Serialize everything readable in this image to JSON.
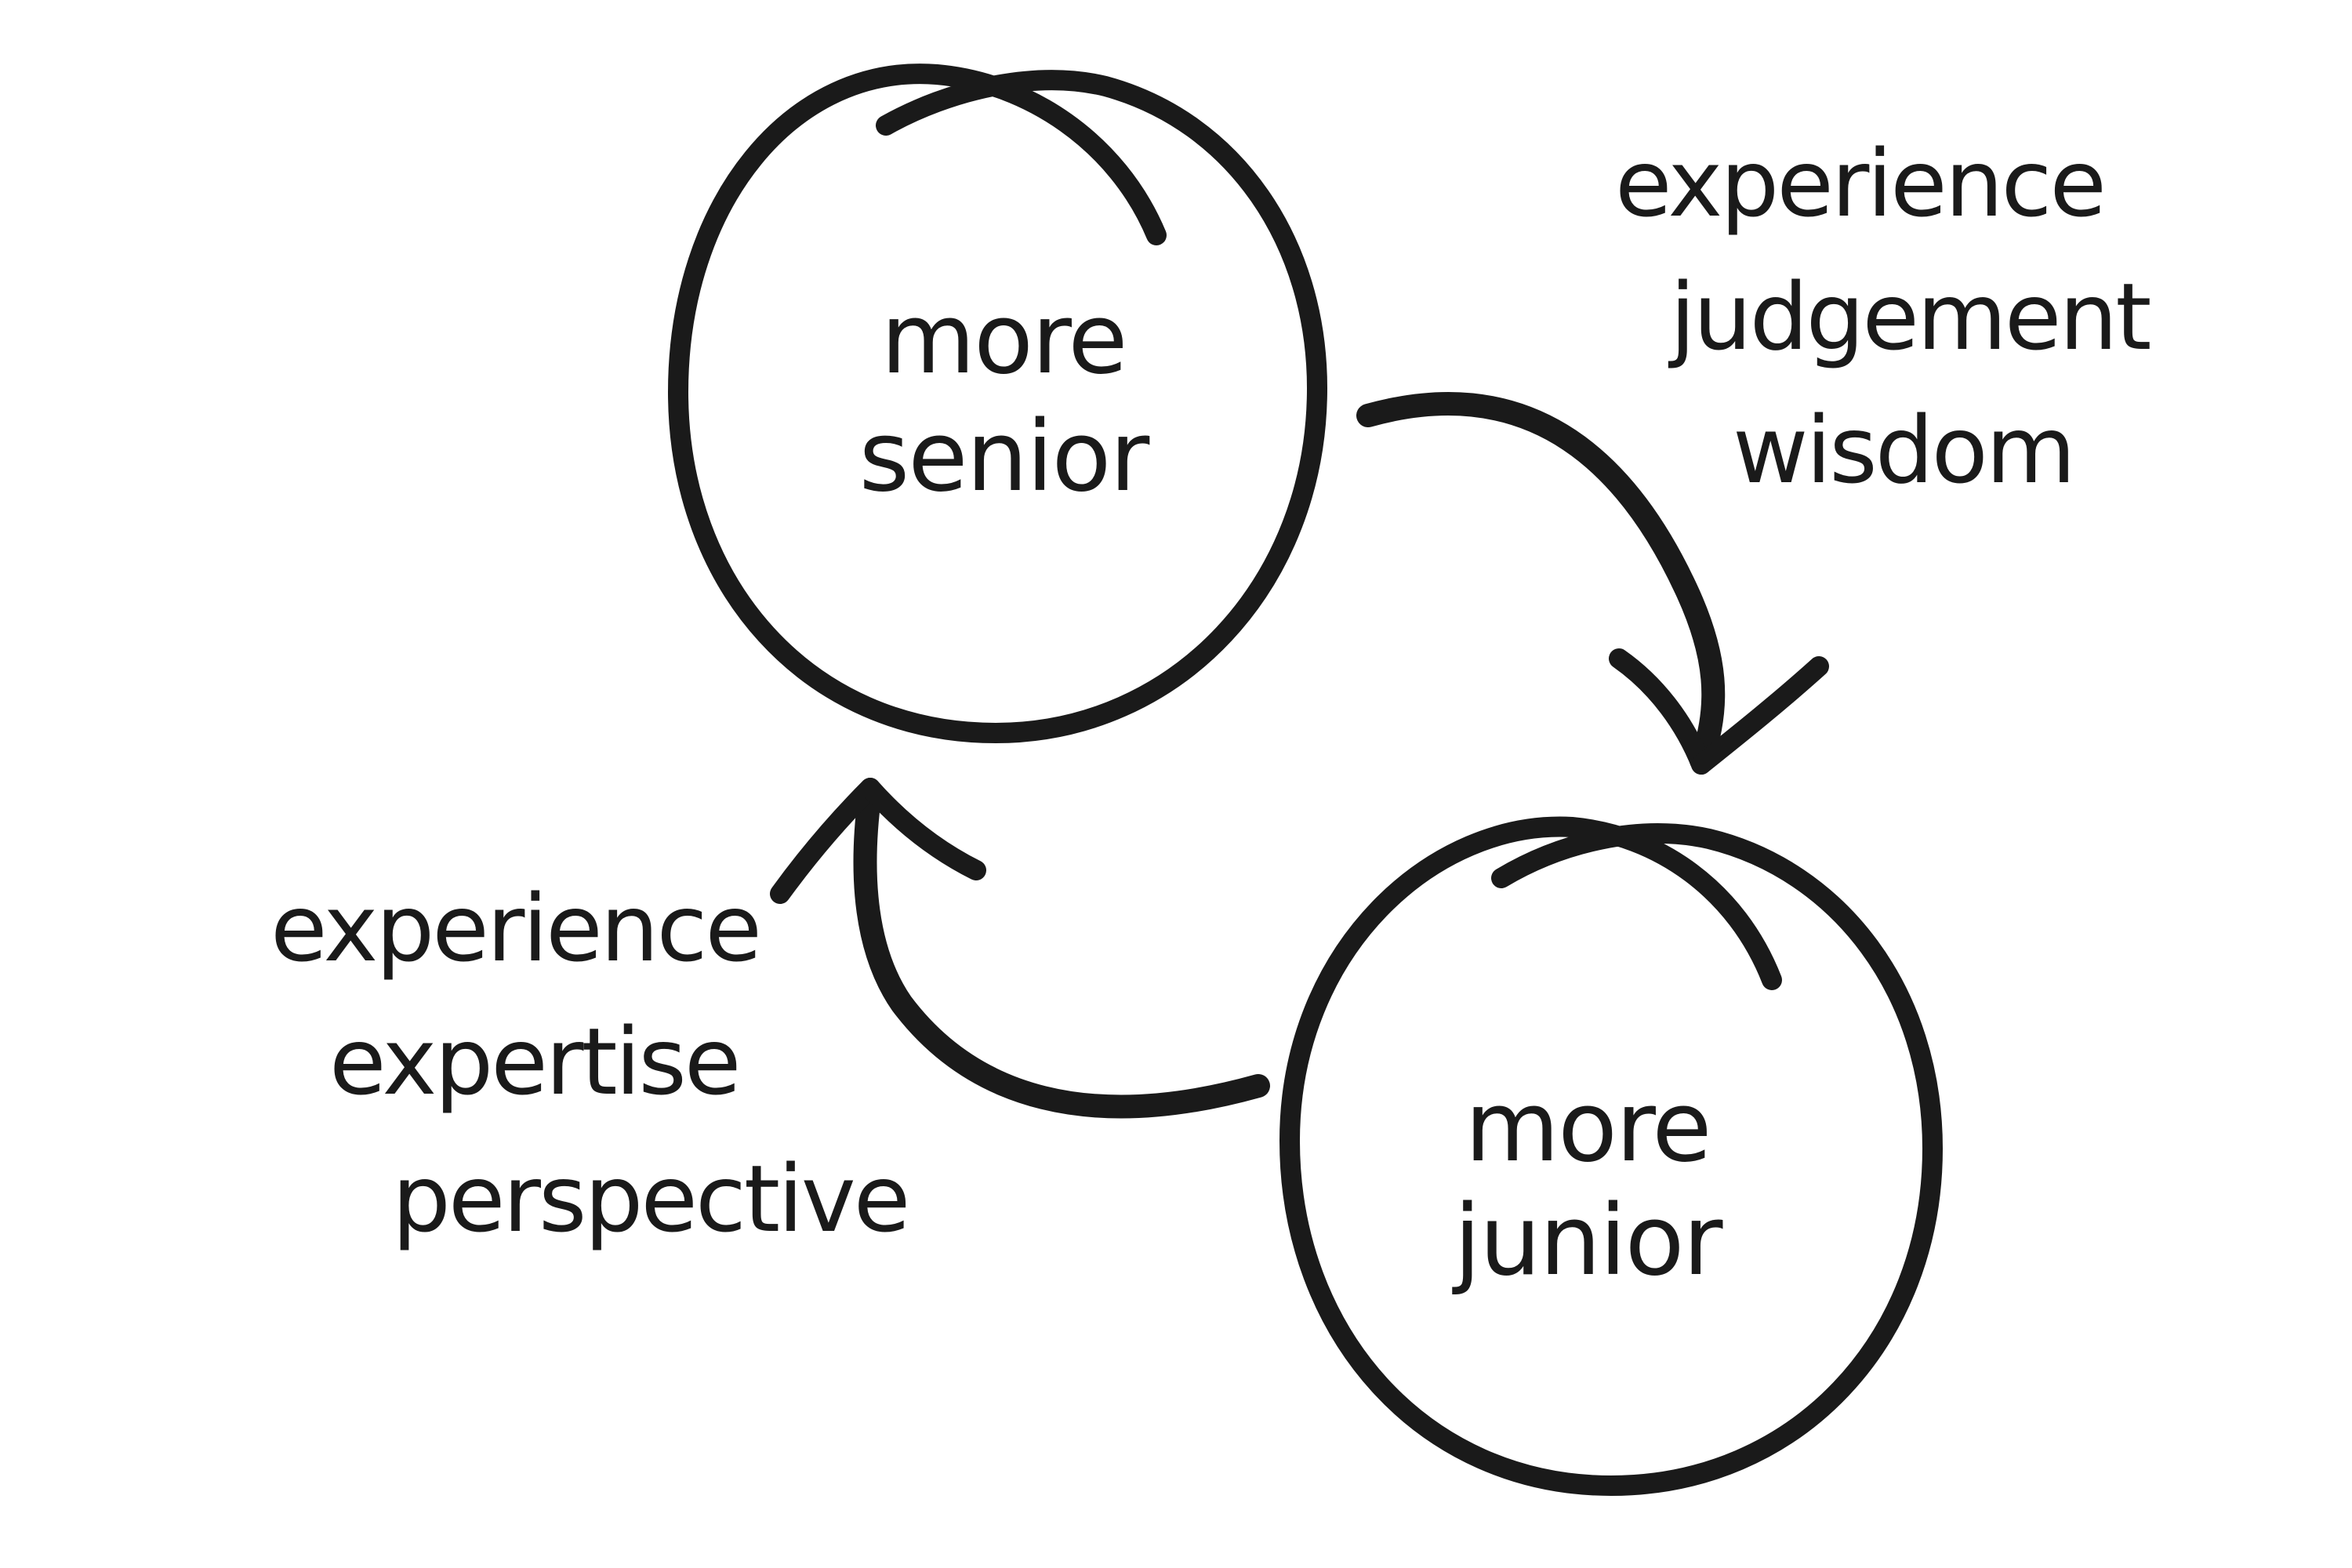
{
  "diagram": {
    "senior": {
      "line1": "more",
      "line2": "senior"
    },
    "junior": {
      "line1": "more",
      "line2": "junior"
    },
    "top_right_list": [
      "experience",
      "judgement",
      "wisdom"
    ],
    "bottom_left_list": [
      "experience",
      "expertise",
      "perspective"
    ],
    "colors": {
      "ink": "#1a1a1a",
      "background": "#ffffff"
    }
  }
}
